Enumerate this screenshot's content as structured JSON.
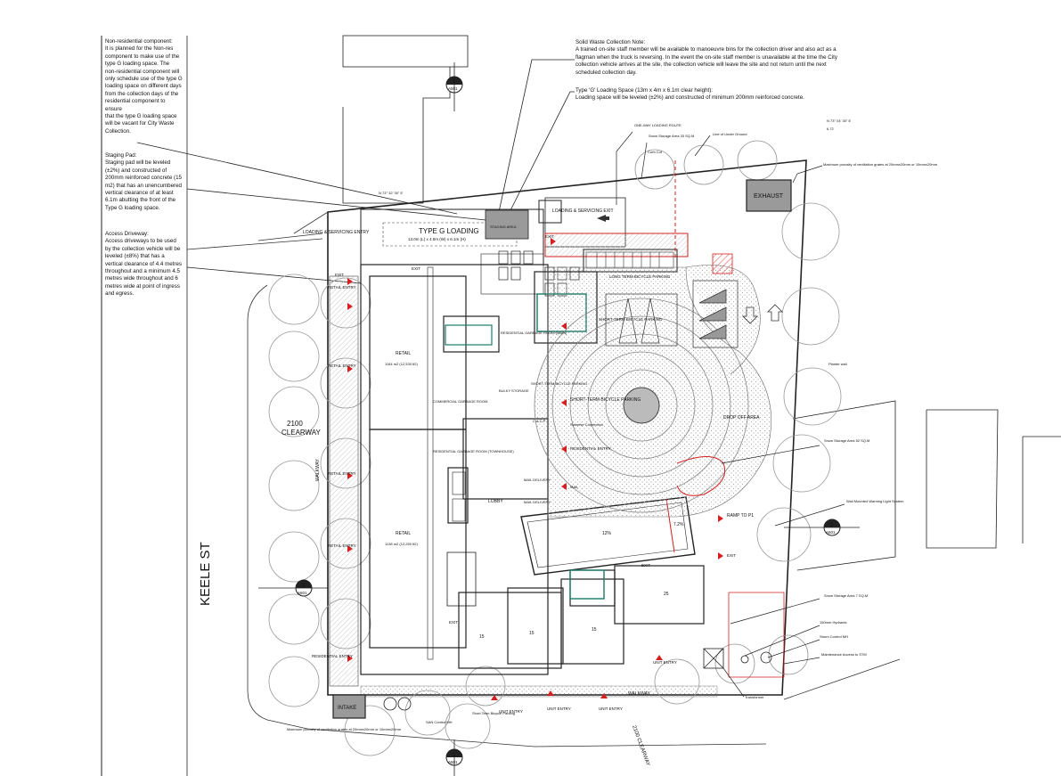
{
  "notes": {
    "non_residential": [
      "Non-residential component:",
      "It is planned for the Non-res",
      "component to make use of the",
      "type G loading space. The",
      "non-residential component will",
      "only schedule use of the type G",
      "loading space on different days",
      "from the collection days of the",
      "residential component to",
      "ensure",
      "that the type G loading space",
      "will be vacant for City Waste",
      "Collection."
    ],
    "staging_pad": [
      "Staging Pad:",
      "Staging pad will be leveled",
      "(±2%) and constructed of",
      "200mm reinforced concrete (15",
      "m2) that has an unencumbered",
      "vertical clearance of at least",
      "6.1m abutting the front of the",
      "Type G loading space."
    ],
    "access_driveway": [
      "Access Driveway:",
      "Access driveways to be used",
      "by the collection vehicle will be",
      "leveled (±8%) that has a",
      "vertical clearance of 4.4 metres",
      "throughout and a minimum 4.5",
      "metres wide throughout and 6",
      "metres wide at point of ingress",
      "and egress."
    ],
    "solid_waste": [
      "Solid Waste Collection Note:",
      "A trained on-site staff member will be available to manoeuvre bins for the collection driver and also act as a",
      "flagman when the truck is reversing. In the event the on-site staff member is unavailable at the time the City",
      "collection vehicle arrives at the site, the collection vehicle will leave the site and not return until the next",
      "scheduled collection day."
    ],
    "type_g": [
      "Type 'G' Loading Space (13m x 4m x 6.1m clear height):",
      "Loading space will be leveled (±2%) and constructed of minimum 200mm reinforced concrete."
    ]
  },
  "plan": {
    "street": "KEELE ST",
    "clearway_dim": "2100",
    "clearway": "CLEARWAY",
    "walkway": "WALKWAY",
    "walkway_bottom": "WALKWAY",
    "clearway_bottom": "2100 CLEARWAY",
    "intake": "INTAKE",
    "exhaust": "EXHAUST",
    "loading_servicing_entry": "LOADING & SERVICING ENTRY",
    "loading_servicing_exit": "LOADING & SERVICING EXIT",
    "type_g_loading": "TYPE G LOADING",
    "type_g_dims": "13.0m (L) x 4.0m (W) x 6.1m (H)",
    "staging_area": "STAGING AREA",
    "retail_entry": "RETAIL ENTRY",
    "residential_entry": "RESIDENTIAL ENTRY",
    "retail": "RETAIL",
    "retail_area_1": "1164 m2 (12,530 ft2)",
    "retail_area_2": "1138 m2 (12,250 ft2)",
    "exit": "EXIT",
    "lobby": "LOBBY",
    "commercial_garbage": "COMMERCIAL GARBAGE ROOM",
    "residential_garbage_main": "RESIDENTIAL GARBAGE ROOM (MAIN)",
    "residential_garbage_townhouse": "RESIDENTIAL GARBAGE ROOM (TOWNHOUSE)",
    "bulky_storage": "BULKY STORAGE",
    "short_term_bicycle": "SHORT-TERM BICYCLE PARKING",
    "long_term_bicycle": "LONG TERM BICYCLE PARKING",
    "drop_off_area": "DROP OFF AREA",
    "ramp_to_p1": "RAMP TO P1",
    "one_way_loading_route": "ONE-WAY LOADING ROUTE",
    "snow_storage_1": "Snow Storage Area 33 SQ.M",
    "snow_storage_2": "Snow Storage Area 52 SQ.M",
    "snow_storage_3": "Snow Storage Area 7 SQ.M",
    "curb_cut": "Curb Cut",
    "line_of_underground": "Line of Under Ground",
    "min_porosity": "Maximum porosity of ventilation grates at 20mmx20mm or 10mmx20mm",
    "min_porosity_bottom": "Maximum porosity of ventilation grates at 20mmx20mm or 10mmx20mm",
    "warning_light": "Wall Mounted Warning Light System",
    "hydrant": "150mm Hydrants",
    "storm_control": "Storm Control MH",
    "sanitary_control": "SAN Control MH",
    "maintenance_access": "Maintenance Access to STM",
    "transformer": "Transformer",
    "planter_wall": "Planter wall",
    "unit_entry": "UNIT ENTRY",
    "siamese": "Siamese Connection",
    "mail_delivery": "MAIL DELIVERY",
    "mail": "MAIL",
    "c_a_c_p": "C.A.C.P",
    "short_term_bicycle_small": "Short Term Bicycle Parking",
    "bearing_top": "N 73° 32' 30\" E",
    "bearing_right": "N 73° 04' 30\" E",
    "dim_a": "6.72",
    "slope_12": "12%",
    "slope_7": "7.2%",
    "unit_15a": "15",
    "unit_15b": "15",
    "unit_15c": "15",
    "unit_25": "25",
    "section_ref": "A501",
    "section_1": "1",
    "section_2": "2"
  },
  "colors": {
    "line": "#222222",
    "red": "#d42020",
    "hatch": "#bfbfbf",
    "tree": "#9a9a9a"
  }
}
